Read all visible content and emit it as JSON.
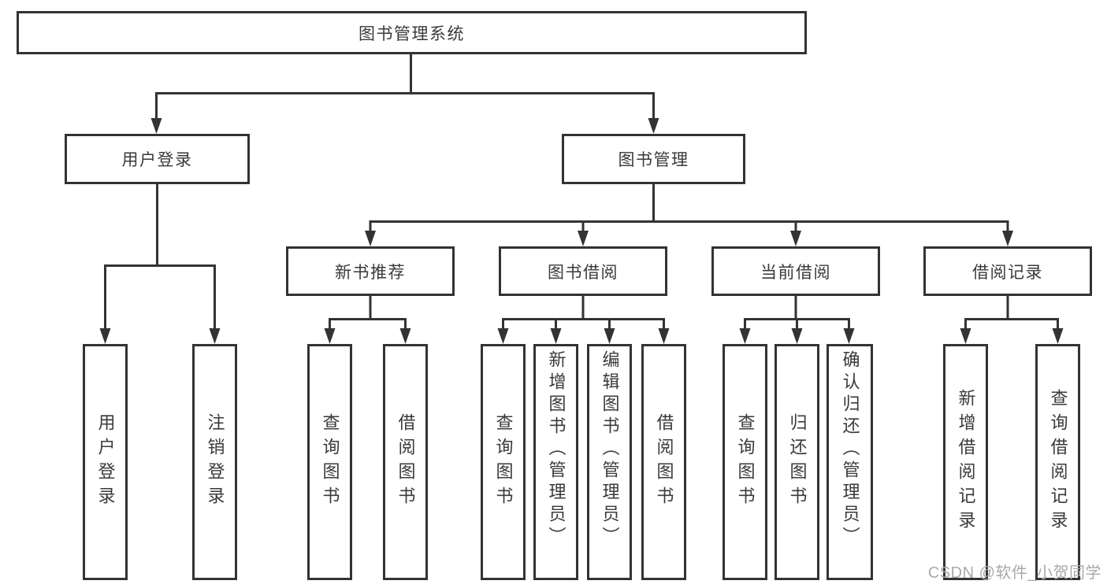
{
  "diagram": {
    "kind": "function-structure-tree",
    "colors": {
      "line": "#333333",
      "text": "#3a3a3a",
      "background": "#ffffff",
      "watermark": "#a9a9a9"
    },
    "tree": {
      "label": "图书管理系统",
      "children": [
        {
          "label": "用户登录",
          "children": [
            {
              "label": "用户登录"
            },
            {
              "label": "注销登录"
            }
          ]
        },
        {
          "label": "图书管理",
          "children": [
            {
              "label": "新书推荐",
              "children": [
                {
                  "label": "查询图书"
                },
                {
                  "label": "借阅图书"
                }
              ]
            },
            {
              "label": "图书借阅",
              "children": [
                {
                  "label": "查询图书"
                },
                {
                  "label": "新增图书（管理员）"
                },
                {
                  "label": "编辑图书（管理员）"
                },
                {
                  "label": "借阅图书"
                }
              ]
            },
            {
              "label": "当前借阅",
              "children": [
                {
                  "label": "查询图书"
                },
                {
                  "label": "归还图书"
                },
                {
                  "label": "确认归还（管理员）"
                }
              ]
            },
            {
              "label": "借阅记录",
              "children": [
                {
                  "label": "新增借阅记录"
                },
                {
                  "label": "查询借阅记录"
                }
              ]
            }
          ]
        }
      ]
    },
    "watermark": {
      "text": "CSDN @软件_小贺同学"
    }
  }
}
